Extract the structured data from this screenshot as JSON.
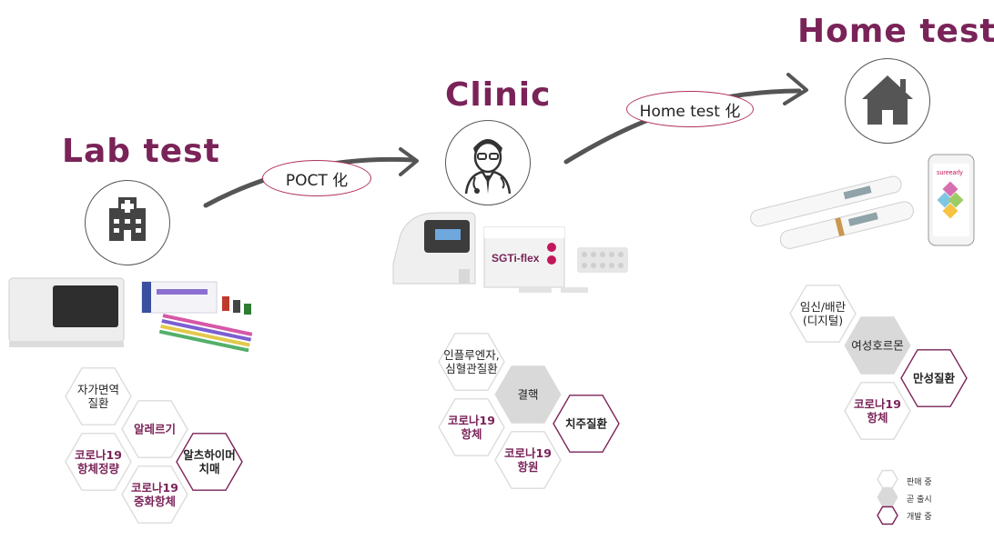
{
  "stages": {
    "lab": {
      "title": "Lab test"
    },
    "clinic": {
      "title": "Clinic"
    },
    "home": {
      "title": "Home test"
    }
  },
  "transitions": {
    "poct": "POCT 化",
    "home": "Home test 化"
  },
  "colors": {
    "accent": "#7a2358",
    "launched_fill": "#ffffff",
    "upcoming_fill": "#d9d9d9",
    "development_stroke": "#7a2358"
  },
  "icons": {
    "lab": "hospital-icon",
    "clinic": "doctor-icon",
    "home": "house-icon"
  },
  "hexes": {
    "lab": [
      {
        "label": "자가면역\n질환",
        "status": "launched"
      },
      {
        "label": "알레르기",
        "status": "launched"
      },
      {
        "label": "코로나19\n항체정량",
        "status": "launched"
      },
      {
        "label": "알츠하이머\n치매",
        "status": "development"
      },
      {
        "label": "코로나19\n중화항체",
        "status": "launched"
      }
    ],
    "clinic": [
      {
        "label": "인플루엔자,\n심혈관질환",
        "status": "launched"
      },
      {
        "label": "결핵",
        "status": "upcoming"
      },
      {
        "label": "코로나19\n항체",
        "status": "launched"
      },
      {
        "label": "치주질환",
        "status": "development"
      },
      {
        "label": "코로나19\n항원",
        "status": "launched"
      }
    ],
    "home": [
      {
        "label": "임신/배란\n(디지털)",
        "status": "launched"
      },
      {
        "label": "여성호르몬",
        "status": "upcoming"
      },
      {
        "label": "만성질환",
        "status": "development"
      },
      {
        "label": "코로나19\n항체",
        "status": "launched"
      }
    ]
  },
  "legend": [
    {
      "label": "판매 중",
      "status": "launched"
    },
    {
      "label": "곧 출시",
      "status": "upcoming"
    },
    {
      "label": "개발 중",
      "status": "development"
    }
  ],
  "products": {
    "sgti_flex_box": "SGTi-flex",
    "app_brand": "sureearly"
  }
}
